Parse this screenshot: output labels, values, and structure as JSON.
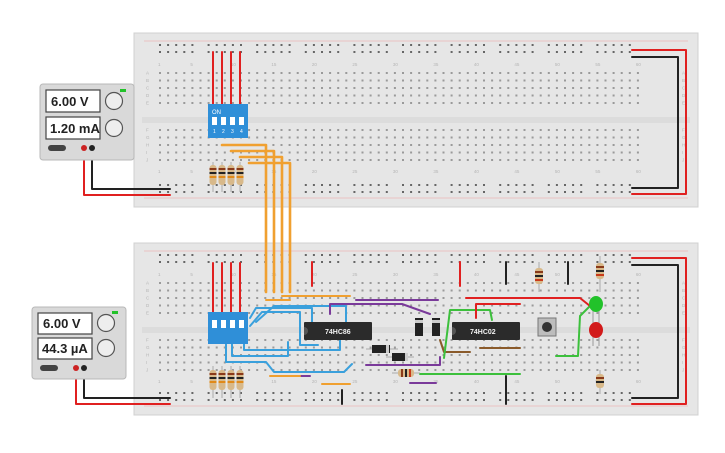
{
  "power_supplies": [
    {
      "voltage": "6.00 V",
      "current": "1.20 mA"
    },
    {
      "voltage": "6.00 V",
      "current": "44.3 µA"
    }
  ],
  "chips": [
    {
      "label": "74HC86"
    },
    {
      "label": "74HC02"
    }
  ],
  "dip_switch": {
    "on_label": "ON",
    "numbers": [
      "1",
      "2",
      "3",
      "4"
    ]
  },
  "breadboard": {
    "column_numbers": [
      "1",
      "5",
      "10",
      "15",
      "20",
      "25",
      "30",
      "35",
      "40",
      "45",
      "50",
      "55",
      "60"
    ],
    "row_letters_top": [
      "A",
      "B",
      "C",
      "D",
      "E"
    ],
    "row_letters_bottom": [
      "F",
      "G",
      "H",
      "I",
      "J"
    ]
  },
  "colors": {
    "wire_red": "#e02020",
    "wire_black": "#222222",
    "wire_orange": "#f0a030",
    "wire_blue": "#3aa0dc",
    "wire_purple": "#7a3a9a",
    "wire_green": "#3cc03c",
    "wire_brown": "#8a5a2a",
    "dip_blue": "#2f8fd8",
    "chip_body": "#2b2b2b",
    "led_green": "#22c22a",
    "led_red": "#d21a1a",
    "board": "#e6e6e6"
  }
}
